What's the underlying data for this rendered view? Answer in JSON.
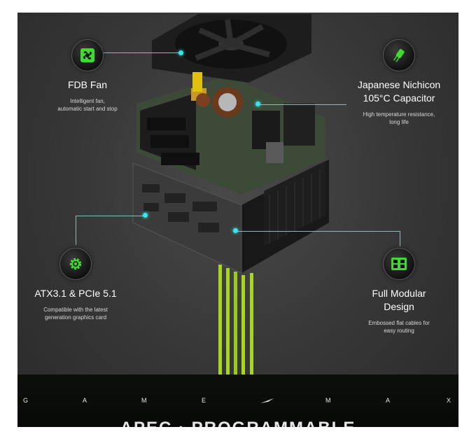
{
  "features": {
    "fan": {
      "title": "FDB Fan",
      "desc_line1": "Intelligent fan,",
      "desc_line2": "automatic start and stop"
    },
    "capacitor": {
      "title_line1": "Japanese Nichicon",
      "title_line2": "105°C Capacitor",
      "desc_line1": "High temperature resistance,",
      "desc_line2": "long life"
    },
    "atx": {
      "title": "ATX3.1 & PCIe 5.1",
      "desc_line1": "Compatible with the latest",
      "desc_line2": "generation graphics card"
    },
    "modular": {
      "title_line1": "Full Modular",
      "title_line2": "Design",
      "desc_line1": "Embossed flat cables for",
      "desc_line2": "easy routing"
    }
  },
  "brand": {
    "letters": [
      "G",
      "A",
      "M",
      "E",
      "M",
      "A",
      "X"
    ]
  },
  "tagline": "APEC · PROGRAMMABLE",
  "colors": {
    "accent_green": "#3ddc2f",
    "cable_green": "#a6d61f",
    "dot_cyan": "#3ce3ea"
  },
  "icons": [
    "fan-icon",
    "capacitor-icon",
    "gear-icon",
    "modular-connector-icon",
    "brand-logo-icon"
  ]
}
